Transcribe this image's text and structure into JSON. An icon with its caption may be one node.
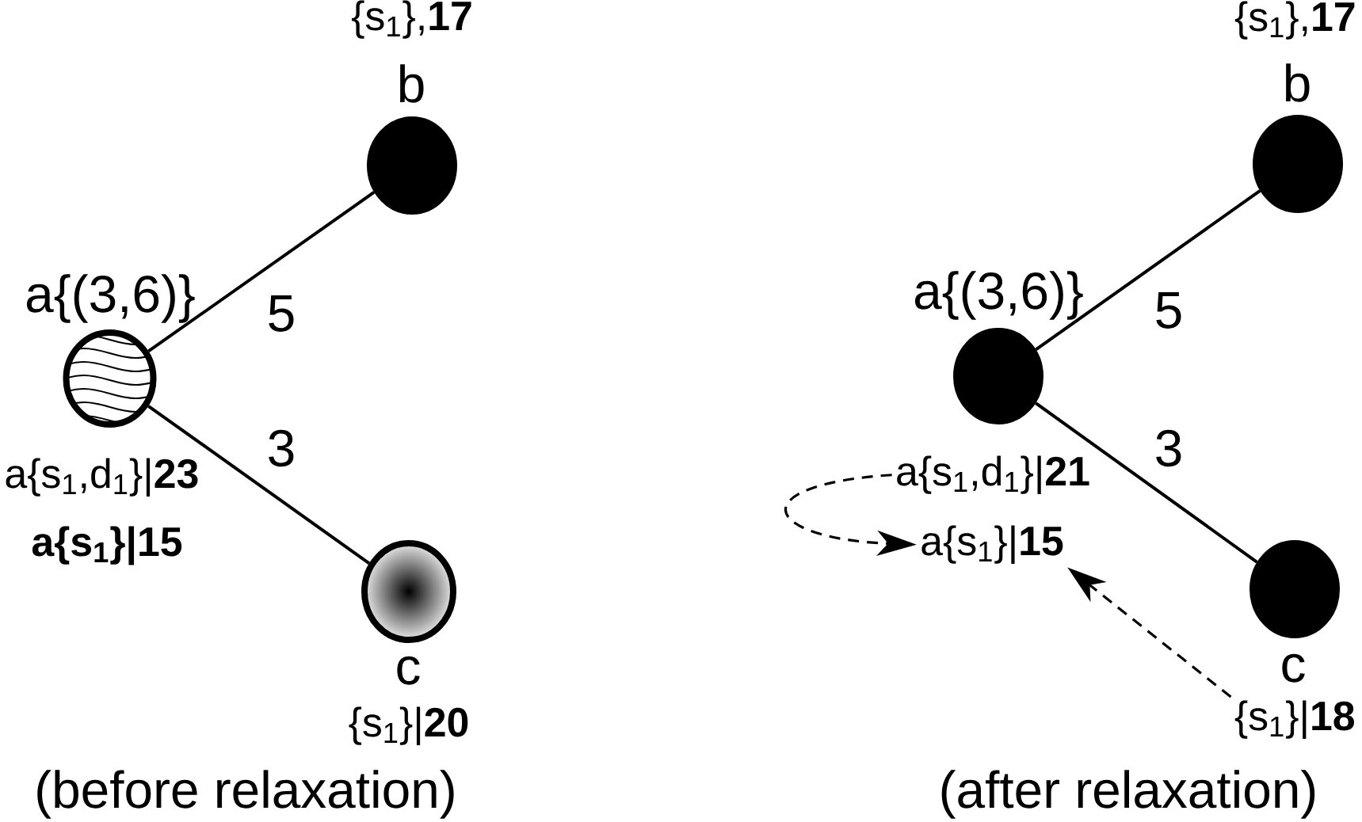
{
  "diagram": {
    "nodes": [
      {
        "text": [
          "b"
        ],
        "beside": [
          "{s$_{1}$},**17**"
        ]
      },
      {
        "text": [
          "a{(3,6)}"
        ],
        "beside": [
          "a{s$_{1}$,d$_{1}$}|**23**",
          "a{s$_{1}$}|15"
        ]
      },
      {
        "text": [
          "c"
        ],
        "beside": [
          "{s$_{1}$}|**20**"
        ]
      },
      {
        "text": [
          "b"
        ],
        "beside": [
          "{s$_{1}$},**17**"
        ]
      },
      {
        "text": [
          "a{(3,6)}"
        ]
      },
      {
        "text": [
          "a{s$_{1}$,d$_{1}$}|**21**"
        ]
      },
      {
        "text": [
          "a{s$_{1}$}|**15**"
        ]
      },
      {
        "text": [
          "c"
        ]
      },
      {
        "text": [
          "{s$_{1}$}|**18**"
        ]
      }
    ],
    "edges": [
      {
        "from": 1,
        "to": 0,
        "arrow": "none",
        "label": "5"
      },
      {
        "from": 1,
        "to": 2,
        "arrow": "none",
        "label": "3"
      },
      {
        "from": 4,
        "to": 3,
        "arrow": "none",
        "label": "5"
      },
      {
        "from": 4,
        "to": 7,
        "arrow": "none",
        "label": "3"
      },
      {
        "from": 5,
        "to": 6,
        "arrow": "to",
        "style": "dashed"
      },
      {
        "from": 8,
        "to": 6,
        "arrow": "to",
        "style": "dashed"
      }
    ],
    "labels": [
      "(before relaxation)",
      "(after relaxation)"
    ]
  }
}
